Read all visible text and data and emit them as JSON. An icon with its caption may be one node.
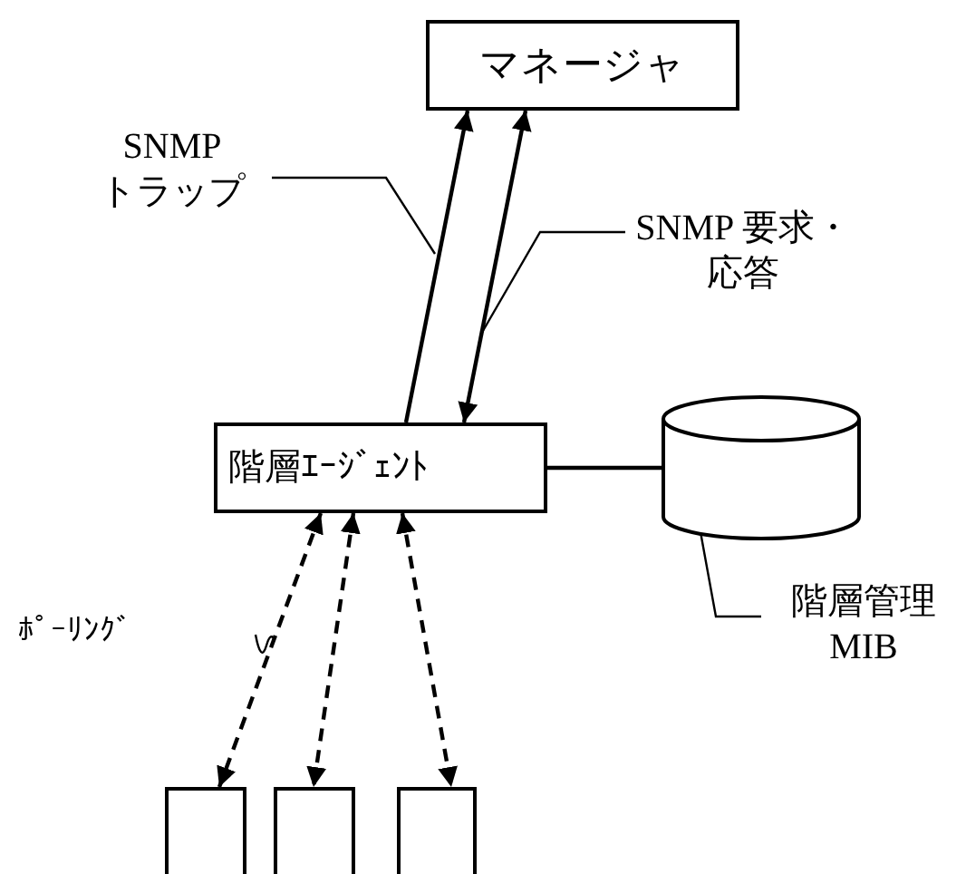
{
  "diagram": {
    "nodes": [
      {
        "text": [
          "マネージャ"
        ]
      },
      {
        "text": [
          "階層ｴｰｼﾞｪﾝﾄ"
        ]
      },
      {
        "text": [],
        "shape": "cylinder"
      },
      {
        "text": [],
        "shape": "box"
      },
      {
        "text": [],
        "shape": "box"
      },
      {
        "text": [],
        "shape": "box"
      },
      {
        "text": [
          "SNMP トラップ"
        ]
      },
      {
        "text": [
          "SNMP 要求・応答"
        ]
      },
      {
        "text": [
          "階層管理 MIB"
        ]
      }
    ],
    "edges": [
      {
        "from": 1,
        "to": 0,
        "arrow": "to"
      },
      {
        "from": 1,
        "to": 0,
        "arrow": "both"
      },
      {
        "from": 1,
        "to": 2,
        "arrow": "none"
      },
      {
        "from": 1,
        "to": 3,
        "arrow": "both",
        "style": "dashed"
      },
      {
        "from": 1,
        "to": 4,
        "arrow": "both",
        "style": "dashed"
      },
      {
        "from": 1,
        "to": 5,
        "arrow": "both",
        "style": "dashed"
      },
      {
        "from": 6,
        "to": null,
        "arrow": "none"
      },
      {
        "from": 7,
        "to": null,
        "arrow": "none"
      },
      {
        "from": 8,
        "to": 2,
        "arrow": "none"
      }
    ],
    "labels": [
      "ﾎﾟｰﾘﾝｸﾞ"
    ]
  }
}
